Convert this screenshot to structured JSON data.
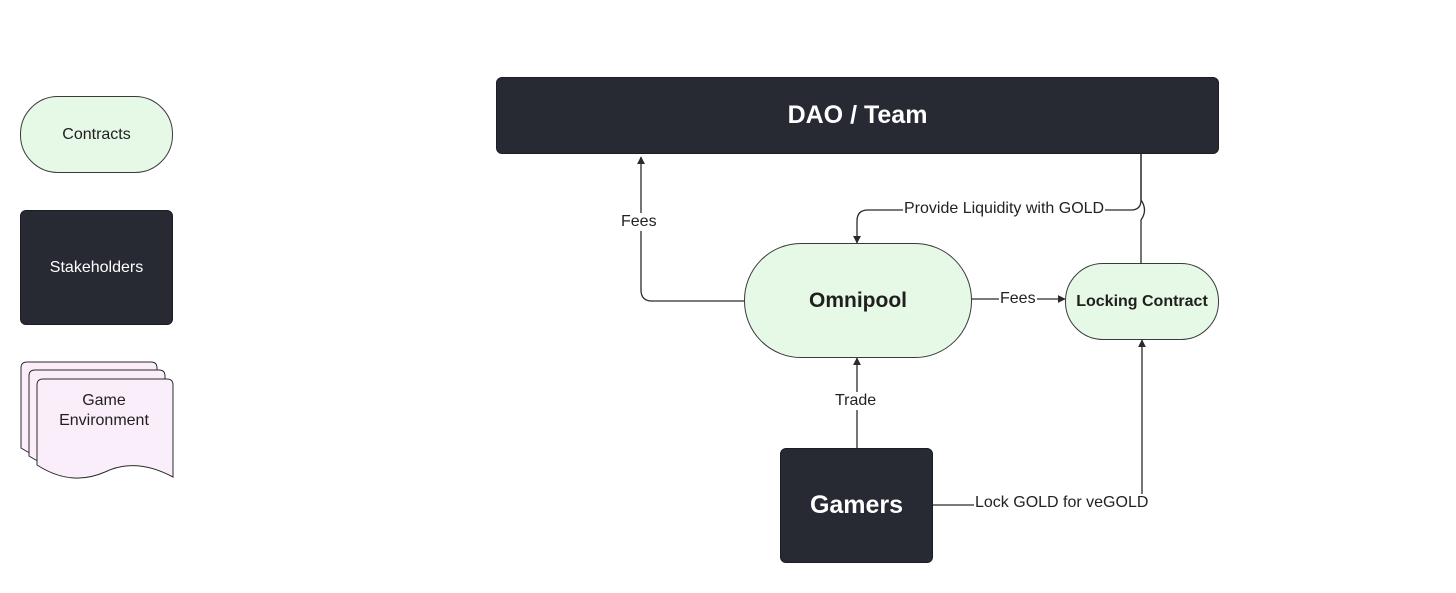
{
  "legend": {
    "contracts": "Contracts",
    "stakeholders": "Stakeholders",
    "game_environment": "Game Environment"
  },
  "nodes": {
    "dao_team": "DAO / Team",
    "omnipool": "Omnipool",
    "locking_contract": "Locking Contract",
    "gamers": "Gamers"
  },
  "edges": {
    "fees_to_dao": "Fees",
    "provide_liquidity": "Provide Liquidity with GOLD",
    "fees_to_locking": "Fees",
    "trade": "Trade",
    "lock_gold": "Lock GOLD for veGOLD"
  },
  "colors": {
    "stakeholder_fill": "#272a33",
    "contract_fill": "#e6f8e6",
    "game_environment_fill": "#fbeefb",
    "line": "#2b2b2b"
  }
}
